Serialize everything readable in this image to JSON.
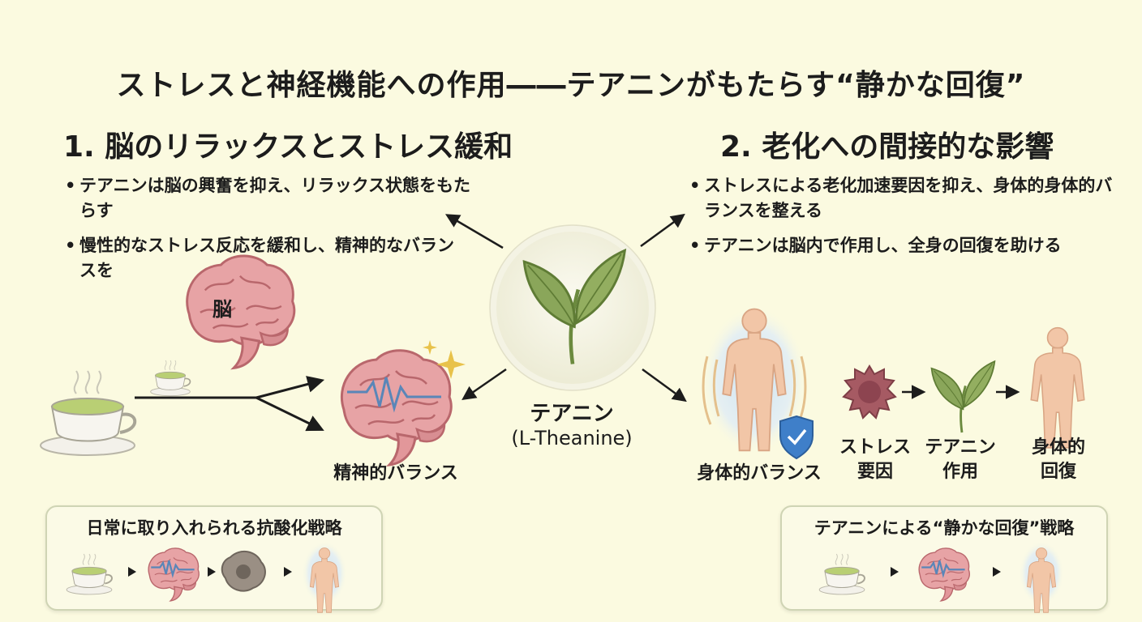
{
  "title": "ストレスと神経機能への作用――テアニンがもたらす“静かな回復”",
  "section1": {
    "title": "1. 脳のリラックスとストレス緩和",
    "bullets": [
      "テアニンは脳の興奮を抑え、リラックス状態をもたらす",
      "慢性的なストレス反応を緩和し、精神的なバランスを"
    ],
    "brain_label": "脳",
    "balance_label": "精神的バランス"
  },
  "section2": {
    "title": "2. 老化への間接的な影響",
    "bullets": [
      "ストレスによる老化加速要因を抑え、身体的身体的バランスを整える",
      "テアニンは脳内で作用し、全身の回復を助ける"
    ],
    "body_balance_label": "身体的バランス",
    "flow": {
      "stress": [
        "ストレス",
        "要因"
      ],
      "theanine": [
        "テアニン",
        "作用"
      ],
      "recovery": [
        "身体的",
        "回復"
      ]
    }
  },
  "center": {
    "name": "テアニン",
    "subname": "(L-Theanine)"
  },
  "box_left": {
    "title": "日常に取り入れられる抗酸化戦略"
  },
  "box_right": {
    "title": "テアニンによる“静かな回復”戦略"
  },
  "icons": [
    "tea-leaf-icon",
    "brain-icon",
    "tea-cup-icon",
    "human-body-icon",
    "shield-check-icon",
    "stress-cell-icon",
    "sparkle-icon",
    "arrow-icon"
  ],
  "colors": {
    "background": "#fbfae0",
    "leaf": "#8aa65a",
    "brain": "#e7a3a5",
    "body": "#f2c6a7",
    "tea": "#b9cf74",
    "shield": "#3f7fc9",
    "stress": "#a65a63"
  }
}
